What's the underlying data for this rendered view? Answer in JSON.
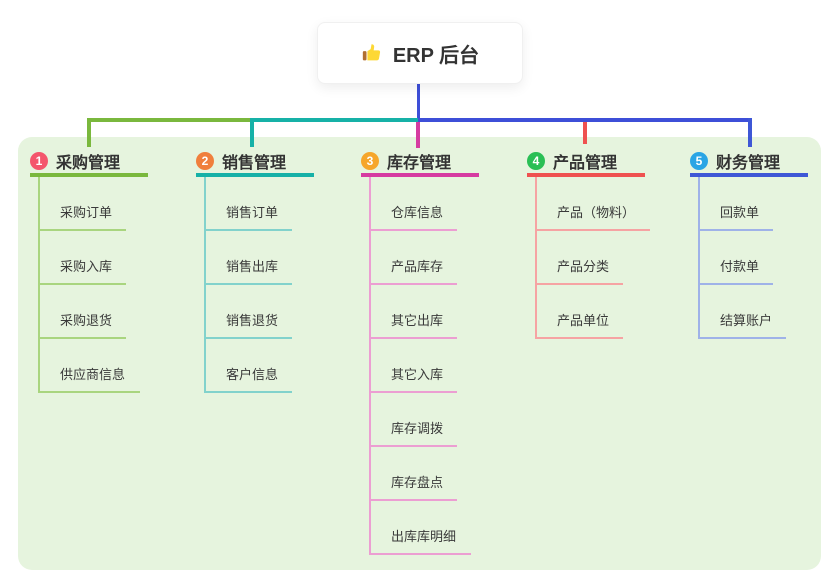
{
  "root": {
    "title": "ERP 后台",
    "icon": "thumbs-up",
    "icon_char": "👍"
  },
  "connector_color": "#3e4fd8",
  "panel_color": "#e6f4de",
  "branches": [
    {
      "number": "1",
      "title": "采购管理",
      "line_color": "#7ab83d",
      "light_color": "#a9d57f",
      "badge_color": "#f4566c",
      "children": [
        {
          "label": "采购订单"
        },
        {
          "label": "采购入库"
        },
        {
          "label": "采购退货"
        },
        {
          "label": "供应商信息"
        }
      ]
    },
    {
      "number": "2",
      "title": "销售管理",
      "line_color": "#16b1a7",
      "light_color": "#82d2cc",
      "badge_color": "#f07f3c",
      "children": [
        {
          "label": "销售订单"
        },
        {
          "label": "销售出库"
        },
        {
          "label": "销售退货"
        },
        {
          "label": "客户信息"
        }
      ]
    },
    {
      "number": "3",
      "title": "库存管理",
      "line_color": "#d63ba1",
      "light_color": "#ec9ed2",
      "badge_color": "#f6a62b",
      "children": [
        {
          "label": "仓库信息"
        },
        {
          "label": "产品库存"
        },
        {
          "label": "其它出库"
        },
        {
          "label": "其它入库"
        },
        {
          "label": "库存调拨"
        },
        {
          "label": "库存盘点"
        },
        {
          "label": "出库库明细"
        }
      ]
    },
    {
      "number": "4",
      "title": "产品管理",
      "line_color": "#ef5150",
      "light_color": "#f6a3a3",
      "badge_color": "#2abf55",
      "children": [
        {
          "label": "产品（物料）"
        },
        {
          "label": "产品分类"
        },
        {
          "label": "产品单位"
        }
      ]
    },
    {
      "number": "5",
      "title": "财务管理",
      "line_color": "#3e57d6",
      "light_color": "#9fb2e8",
      "badge_color": "#2aa5e5",
      "children": [
        {
          "label": "回款单"
        },
        {
          "label": "付款单"
        },
        {
          "label": "结算账户"
        }
      ]
    }
  ]
}
